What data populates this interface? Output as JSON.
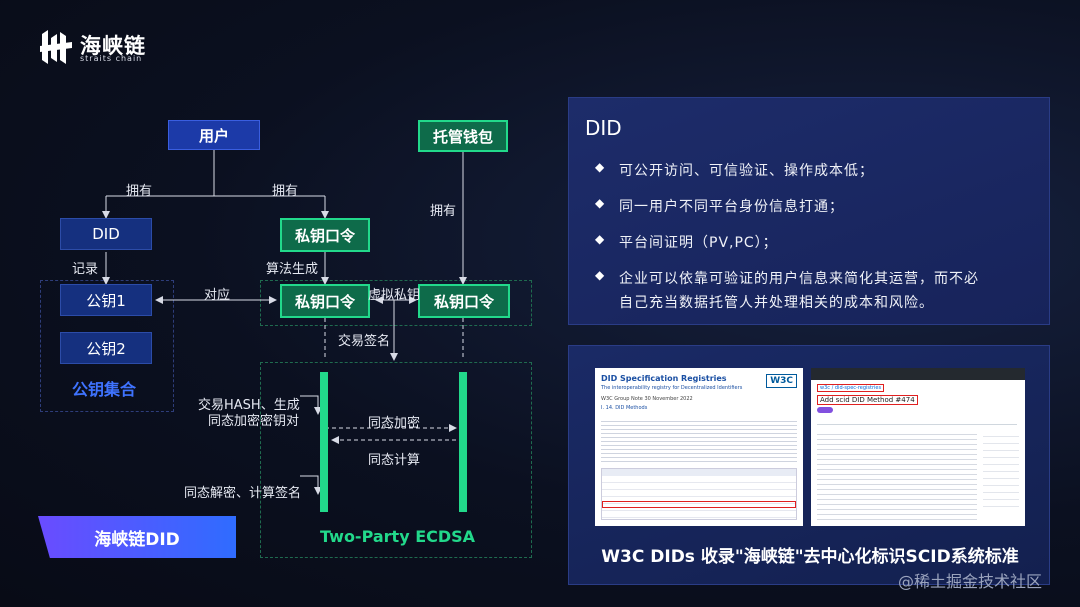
{
  "brand": {
    "name_cn": "海峡链",
    "name_en": "straits chain"
  },
  "diagram": {
    "user": "用户",
    "custody_wallet": "托管钱包",
    "did": "DID",
    "private_key_1": "私钥口令",
    "private_key_2": "私钥口令",
    "private_key_3": "私钥口令",
    "pubkey1": "公钥1",
    "pubkey2": "公钥2",
    "pubkey_set": "公钥集合",
    "own1": "拥有",
    "own2": "拥有",
    "own3": "拥有",
    "record": "记录",
    "correspond": "对应",
    "algo_gen": "算法生成",
    "virtual_key": "虚拟私钥",
    "tx_sign": "交易签名",
    "tx_hash": "交易HASH、生成",
    "homo_key": "同态加密密钥对",
    "homo_enc": "同态加密",
    "homo_calc": "同态计算",
    "homo_dec": "同态解密、计算签名",
    "ecdsa": "Two-Party ECDSA",
    "badge": "海峡链DID"
  },
  "panel": {
    "title": "DID",
    "bullets": [
      "可公开访问、可信验证、操作成本低；",
      "同一用户不同平台身份信息打通；",
      "平台间证明（PV,PC）；",
      "企业可以依靠可验证的用户信息来简化其运营，而不必",
      "自己充当数据托管人并处理相关的成本和风险。"
    ]
  },
  "panel2": {
    "caption": "W3C DIDs 收录\"海峡链\"去中心化标识SCID系统标准",
    "shot1_title": "DID Specification Registries",
    "shot1_sub": "The interoperability registry for Decentralized Identifiers",
    "shot1_note": "W3C Group Note 30 November 2022",
    "shot1_section": "I. 14. DID Methods",
    "shot1_logo": "W3C",
    "shot2_repo": "w3c / did-spec-registries",
    "shot2_pr": "Add scid DID Method #474"
  },
  "watermark": "@稀土掘金技术社区"
}
